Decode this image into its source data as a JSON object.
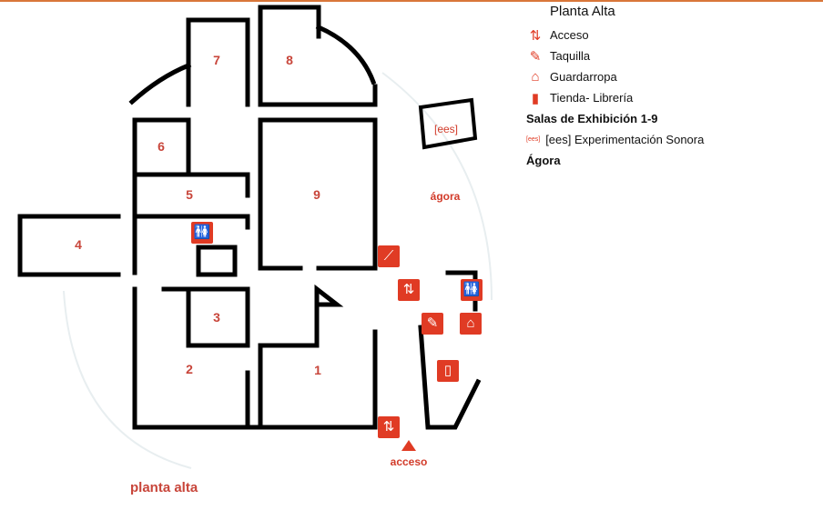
{
  "legend": {
    "title": "Planta Alta",
    "items": [
      {
        "icon": "elevator-icon",
        "label": "Acceso"
      },
      {
        "icon": "ticket-desk-icon",
        "label": "Taquilla"
      },
      {
        "icon": "hanger-icon",
        "label": "Guardarropa"
      },
      {
        "icon": "shopping-bag-icon",
        "label": "Tienda- Librería"
      }
    ],
    "salas": "Salas de Exhibición 1-9",
    "ees_tag": "[ees]",
    "ees": "[ees] Experimentación Sonora",
    "agora": "Ágora"
  },
  "map": {
    "rooms": [
      "1",
      "2",
      "3",
      "4",
      "5",
      "6",
      "7",
      "8",
      "9"
    ],
    "ees_label": "[ees]",
    "agora_label": "ágora",
    "acceso_label": "acceso",
    "floor_label": "planta alta"
  },
  "colors": {
    "accent": "#e03b24",
    "walls": "#000000",
    "labels": "#c8453a"
  }
}
